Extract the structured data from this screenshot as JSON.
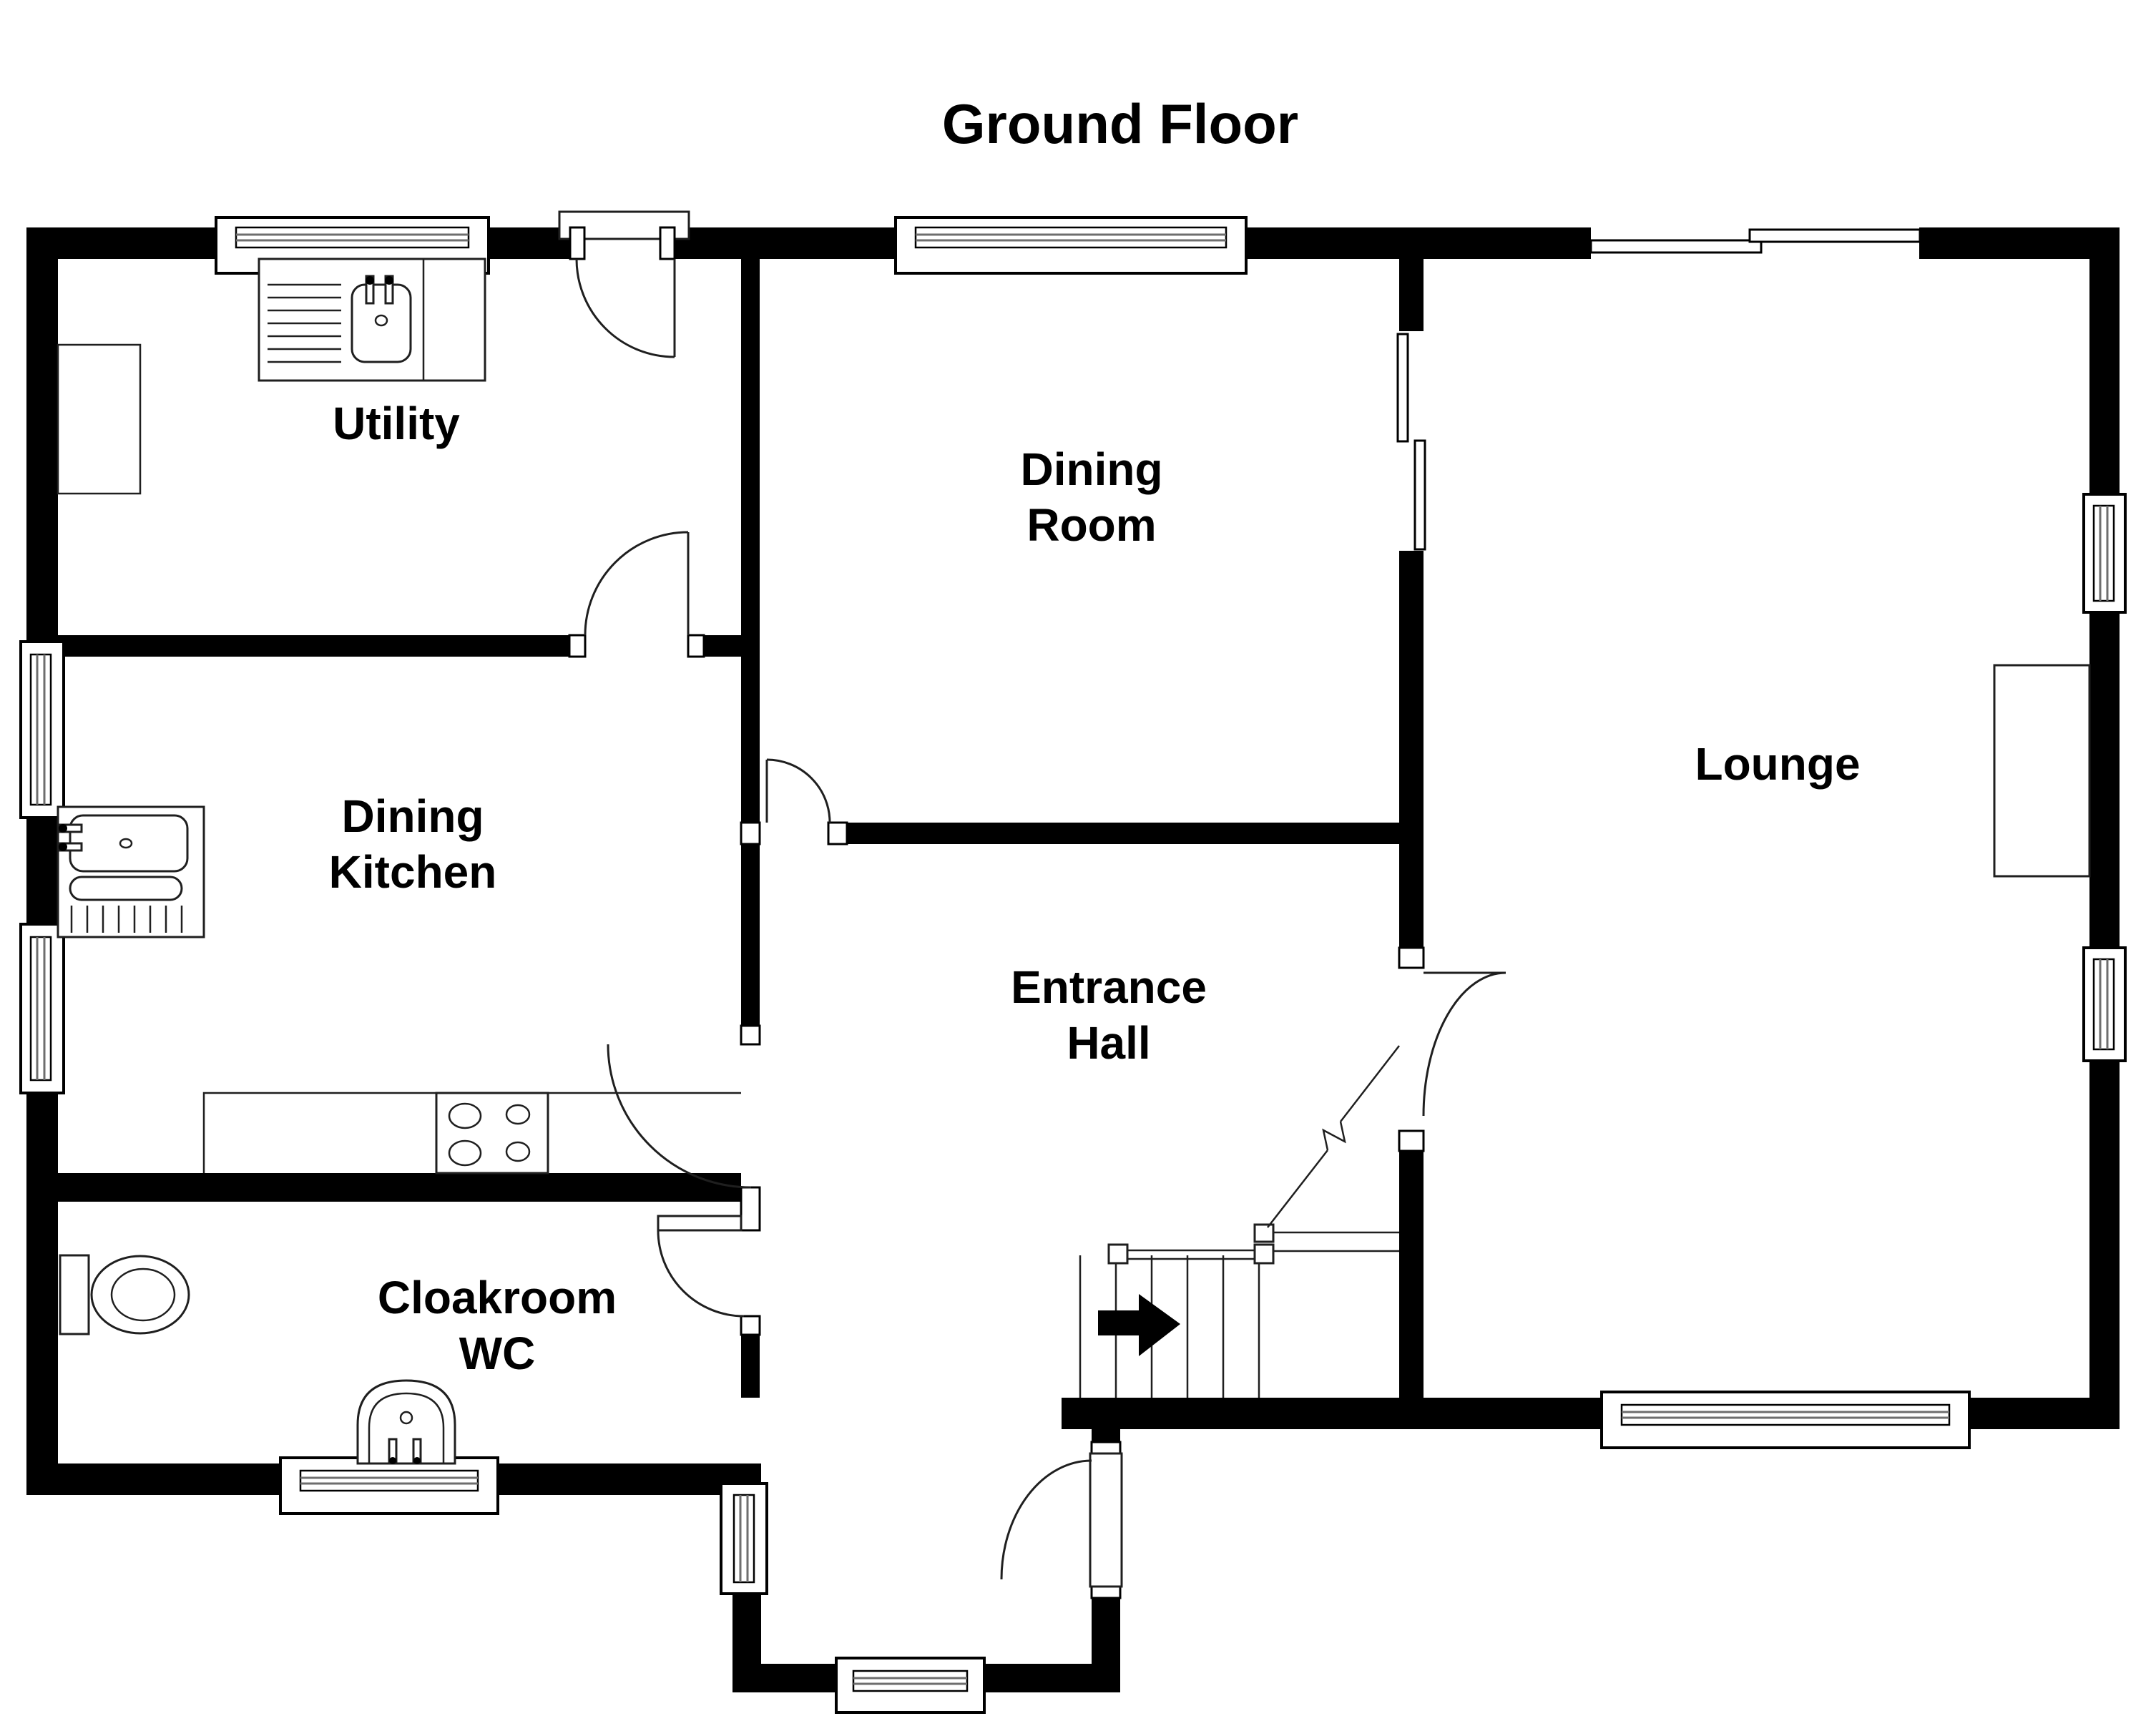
{
  "title": "Ground Floor",
  "floor_plan": {
    "rooms": {
      "utility": {
        "label": "Utility"
      },
      "dining_room": {
        "line1": "Dining",
        "line2": "Room"
      },
      "dining_kitchen": {
        "line1": "Dining",
        "line2": "Kitchen"
      },
      "entrance_hall": {
        "line1": "Entrance",
        "line2": "Hall"
      },
      "cloakroom_wc": {
        "line1": "Cloakroom",
        "line2": "WC"
      },
      "lounge": {
        "label": "Lounge"
      }
    },
    "colors": {
      "wall": "#000000",
      "background": "#ffffff",
      "outline": "#1f1f1f",
      "window_mullion": "#6e6e6e"
    }
  }
}
